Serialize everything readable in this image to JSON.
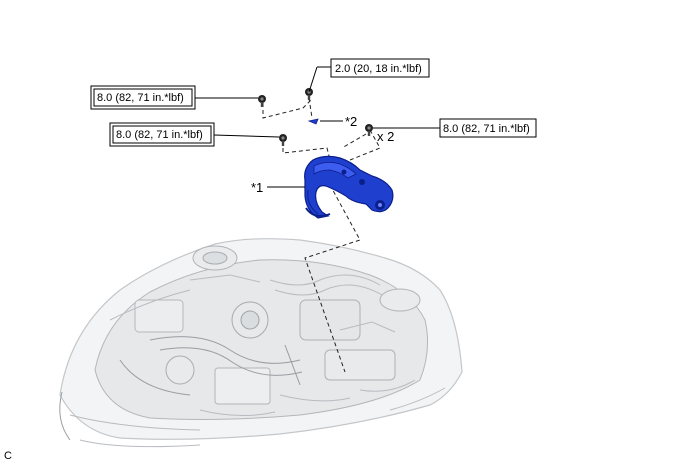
{
  "torque_specs": {
    "top_right_bolt": "2.0 (20, 18 in.*lbf)",
    "top_left_bolt": "8.0 (82, 71 in.*lbf)",
    "mid_left_bolt": "8.0 (82, 71 in.*lbf)",
    "right_bolts": "8.0 (82, 71 in.*lbf)"
  },
  "callouts": {
    "part1": "*1",
    "part2": "*2",
    "quantity": "x 2"
  },
  "corner_code": "C",
  "colors": {
    "bracket": "#1f3fcf",
    "bracket_dark": "#0b1f8a",
    "engine_bay": "#cfd2d5"
  }
}
